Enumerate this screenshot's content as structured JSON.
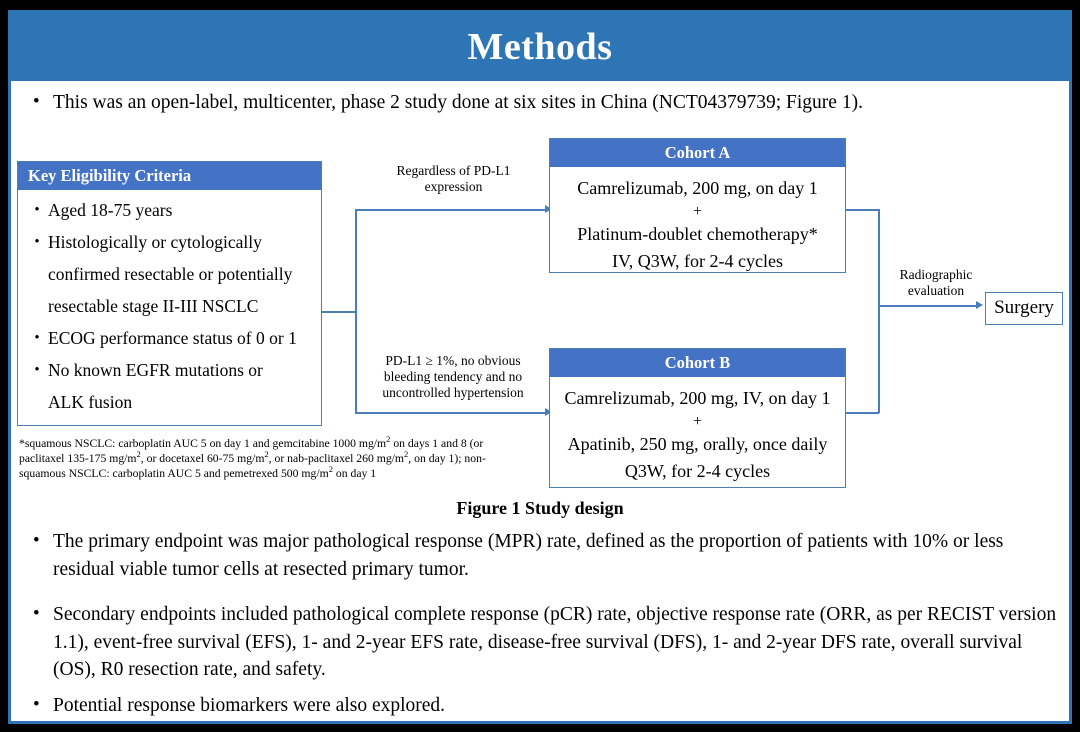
{
  "slide": {
    "title": "Methods",
    "accent_color": "#2E75B6",
    "box_header_color": "#4472C4",
    "connector_color": "#4a7ebb"
  },
  "intro_bullet": {
    "marker": "•",
    "text": "This was an open-label, multicenter, phase 2 study done at six sites in China (NCT04379739; Figure 1)."
  },
  "figure": {
    "caption": "Figure 1 Study design",
    "eligibility": {
      "header": "Key  Eligibility Criteria",
      "marker": "•",
      "items": [
        "Aged 18-75 years",
        "Histologically or cytologically",
        "confirmed resectable or potentially",
        "resectable stage II-III  NSCLC",
        "ECOG performance status of 0 or 1",
        "No known EGFR mutations or",
        "ALK fusion"
      ],
      "bulleted_flags": [
        true,
        true,
        false,
        false,
        true,
        true,
        false
      ]
    },
    "edge_label_top": "Regardless  of PD-L1\nexpression",
    "edge_label_bottom": "PD-L1 ≥ 1%, no obvious\nbleeding tendency  and no\nuncontrolled  hypertension",
    "edge_label_right": "Radiographic\nevaluation",
    "cohort_a": {
      "header": "Cohort A",
      "lines": [
        "Camrelizumab, 200 mg, on day 1",
        "+",
        "Platinum-doublet chemotherapy*",
        "IV, Q3W, for 2-4 cycles"
      ]
    },
    "cohort_b": {
      "header": "Cohort B",
      "lines": [
        "Camrelizumab, 200 mg, IV, on day 1",
        "+",
        "Apatinib, 250 mg, orally, once daily",
        "Q3W, for 2-4 cycles"
      ]
    },
    "surgery": {
      "label": "Surgery"
    },
    "footnote_lines": [
      "*squamous NSCLC: carboplatin AUC 5 on day 1 and gemcitabine 1000 mg/m² on days 1 and 8 (or",
      "paclitaxel 135-175  mg/m², or docetaxel 60-75 mg/m², or nab-paclitaxel 260 mg/m², on day 1); non-",
      "squamous NSCLC: carboplatin AUC 5 and pemetrexed 500 mg/m² on day 1"
    ]
  },
  "endpoint_bullets": [
    {
      "marker": "•",
      "text": "The primary endpoint was major pathological response (MPR) rate, defined as the proportion of patients with 10% or less residual viable tumor cells at resected primary tumor."
    },
    {
      "marker": "•",
      "text": "Secondary endpoints included pathological complete response (pCR) rate, objective response rate (ORR, as per RECIST version 1.1), event-free survival (EFS), 1- and 2-year EFS rate, disease-free survival (DFS), 1- and 2-year DFS rate, overall survival (OS), R0 resection rate, and safety."
    },
    {
      "marker": "•",
      "text": "Potential response biomarkers were also explored."
    }
  ]
}
